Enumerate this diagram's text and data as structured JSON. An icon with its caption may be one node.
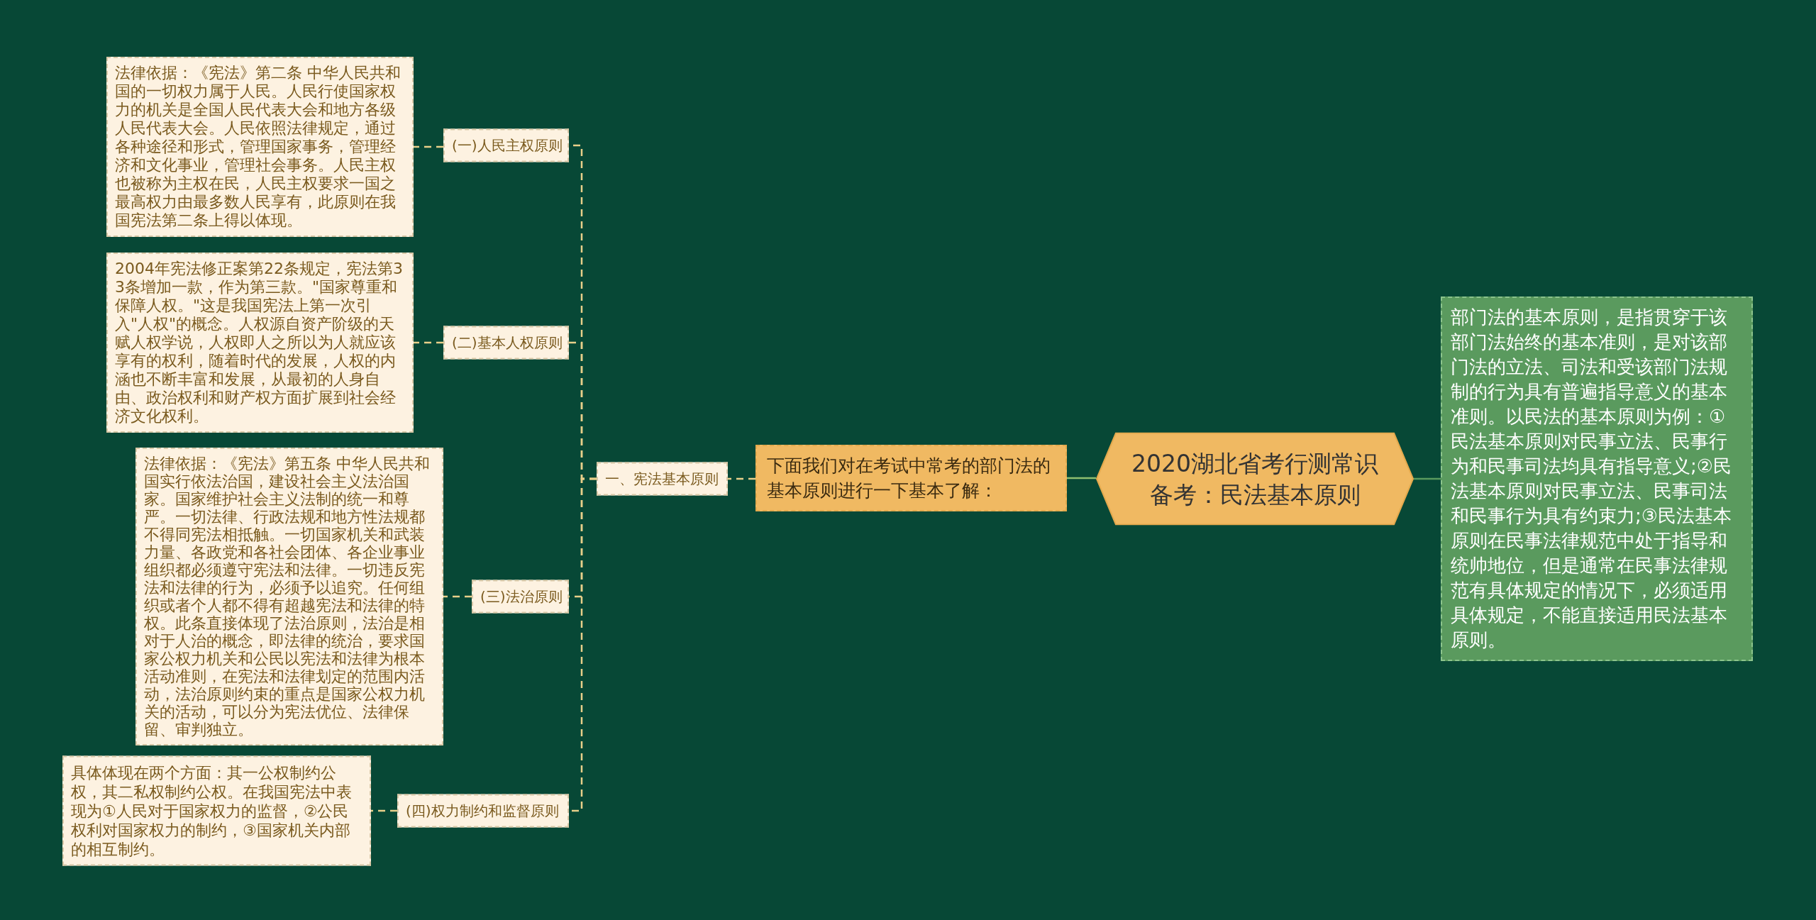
{
  "diagram": {
    "nodes": [
      {
        "text": [
          "2020湖北省考行测常识备考：民法基本原则"
        ]
      },
      {
        "text": [
          "下面我们对在考试中常考的部门法的基本原则进行一下基本了解："
        ]
      },
      {
        "text": [
          "部门法的基本原则，是指贯穿于该部门法始终的基本准则，是对该部门法的立法、司法和受该部门法规制的行为具有普遍指导意义的基本准则。以民法的基本原则为例：①民法基本原则对民事立法、民事行为和民事司法均具有指导意义;②民法基本原则对民事立法、民事司法和民事行为具有约束力;③民法基本原则在民事法律规范中处于指导和统帅地位，但是通常在民事法律规范有具体规定的情况下，必须适用具体规定，不能直接适用民法基本原则。"
        ]
      },
      {
        "text": [
          "一、宪法基本原则"
        ]
      },
      {
        "text": [
          "(一)人民主权原则"
        ]
      },
      {
        "text": [
          "法律依据：《宪法》第二条 中华人民共和国的一切权力属于人民。人民行使国家权力的机关是全国人民代表大会和地方各级人民代表大会。人民依照法律规定，通过各种途径和形式，管理国家事务，管理经济和文化事业，管理社会事务。人民主权也被称为主权在民，人民主权要求一国之最高权力由最多数人民享有，此原则在我国宪法第二条上得以体现。"
        ]
      },
      {
        "text": [
          "(二)基本人权原则"
        ]
      },
      {
        "text": [
          "2004年宪法修正案第22条规定，宪法第33条增加一款，作为第三款。\"国家尊重和保障人权。\"这是我国宪法上第一次引入\"人权\"的概念。人权源自资产阶级的天赋人权学说，人权即人之所以为人就应该享有的权利，随着时代的发展，人权的内涵也不断丰富和发展，从最初的人身自由、政治权利和财产权方面扩展到社会经济文化权利。"
        ]
      },
      {
        "text": [
          "(三)法治原则"
        ]
      },
      {
        "text": [
          "法律依据：《宪法》第五条 中华人民共和国实行依法治国，建设社会主义法治国家。国家维护社会主义法制的统一和尊严。一切法律、行政法规和地方性法规都不得同宪法相抵触。一切国家机关和武装力量、各政党和各社会团体、各企业事业组织都必须遵守宪法和法律。一切违反宪法和法律的行为，必须予以追究。任何组织或者个人都不得有超越宪法和法律的特权。此条直接体现了法治原则，法治是相对于人治的概念，即法律的统治，要求国家公权力机关和公民以宪法和法律为根本活动准则，在宪法和法律划定的范围内活动，法治原则约束的重点是国家公权力机关的活动，可以分为宪法优位、法律保留、审判独立。"
        ]
      },
      {
        "text": [
          "(四)权力制约和监督原则"
        ]
      },
      {
        "text": [
          "具体体现在两个方面：其一公权制约公权，其二私权制约公权。在我国宪法中表现为①人民对于国家权力的监督，②公民权利对国家权力的制约，③国家机关内部的相互制约。"
        ]
      }
    ],
    "edges": [
      {
        "from": 0,
        "to": 1,
        "arrow": "none",
        "color": "#8fbf6f"
      },
      {
        "from": 0,
        "to": 2,
        "arrow": "none",
        "color": "#5a9a5e"
      },
      {
        "from": 1,
        "to": 3,
        "arrow": "none",
        "style": "dashed"
      },
      {
        "from": 3,
        "to": 4,
        "arrow": "none",
        "style": "dashed"
      },
      {
        "from": 4,
        "to": 5,
        "arrow": "none",
        "style": "dashed"
      },
      {
        "from": 3,
        "to": 6,
        "arrow": "none",
        "style": "dashed"
      },
      {
        "from": 6,
        "to": 7,
        "arrow": "none",
        "style": "dashed"
      },
      {
        "from": 3,
        "to": 8,
        "arrow": "none",
        "style": "dashed"
      },
      {
        "from": 8,
        "to": 9,
        "arrow": "none",
        "style": "dashed"
      },
      {
        "from": 3,
        "to": 10,
        "arrow": "none",
        "style": "dashed"
      },
      {
        "from": 10,
        "to": 11,
        "arrow": "none",
        "style": "dashed"
      }
    ]
  }
}
